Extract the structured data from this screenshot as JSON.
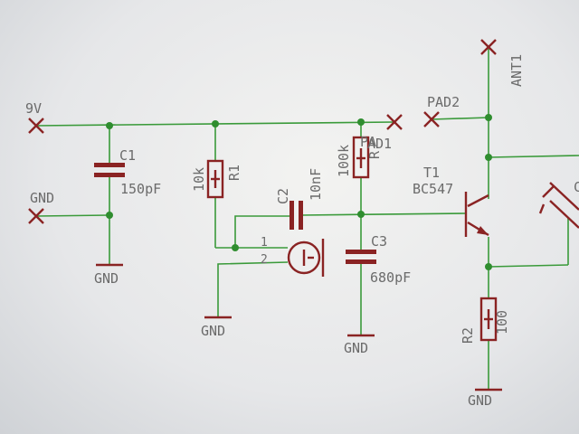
{
  "labels": {
    "supply": "9V",
    "gnd_in": "GND",
    "ant1": "ANT1",
    "pad2": "PAD2",
    "pad1": "AD1",
    "pad1_alt": "PA",
    "c1_name": "C1",
    "c1_value": "150pF",
    "r1_name": "R1",
    "r1_value": "10k",
    "r3_value": "100k",
    "r3_name": "R",
    "c2_name": "C2",
    "c2_value": "10nF",
    "c3_name": "C3",
    "c3_value": "680pF",
    "t1_name": "T1",
    "t1_type": "BC547",
    "r2_name": "R2",
    "r2_value": "100",
    "pin1": "1",
    "pin2": "2",
    "gnd_c1": "GND",
    "gnd_mic": "GND",
    "gnd_c3": "GND",
    "gnd_r2": "GND",
    "trimmer_name": "C"
  },
  "colors": {
    "wire": "#3a9a3a",
    "component": "#8a2323",
    "text": "#6b6b6b",
    "background": "#f0f0ee"
  }
}
